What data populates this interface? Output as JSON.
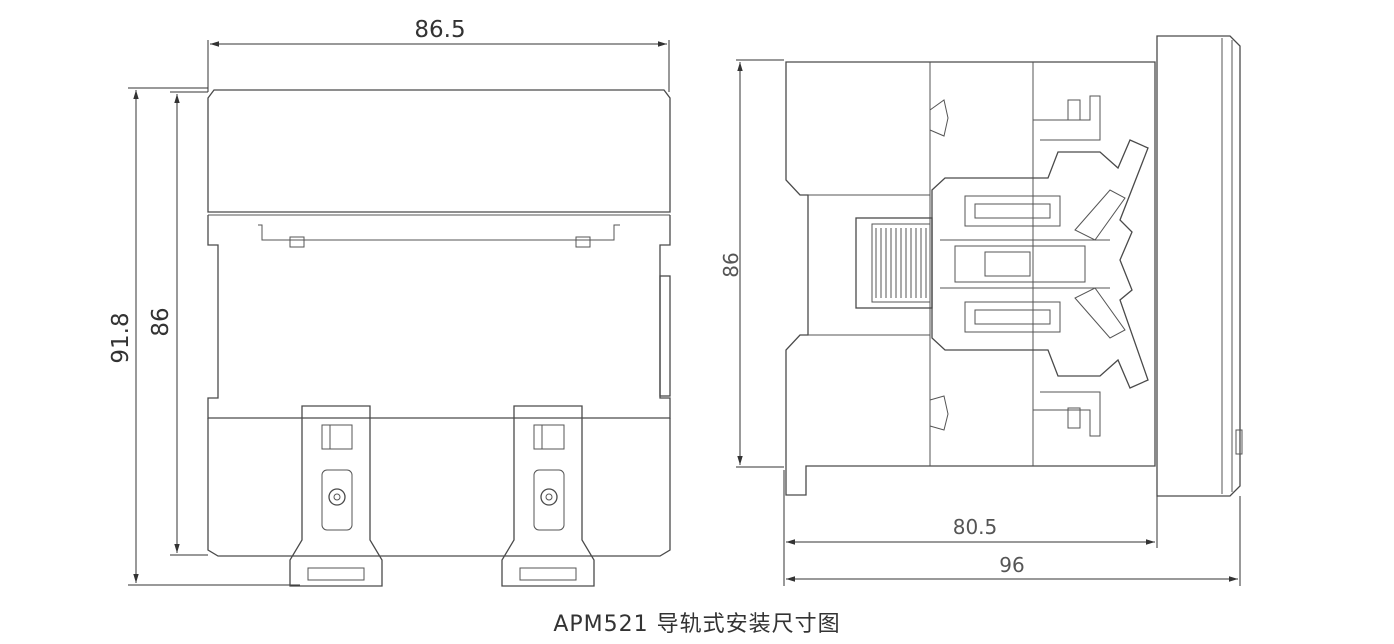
{
  "front_view": {
    "width_label": "86.5",
    "overall_height_label": "91.8",
    "height_label": "86"
  },
  "side_view": {
    "height_label": "86",
    "depth_label": "80.5",
    "overall_depth_label": "96"
  },
  "caption": "APM521 导轨式安装尺寸图"
}
